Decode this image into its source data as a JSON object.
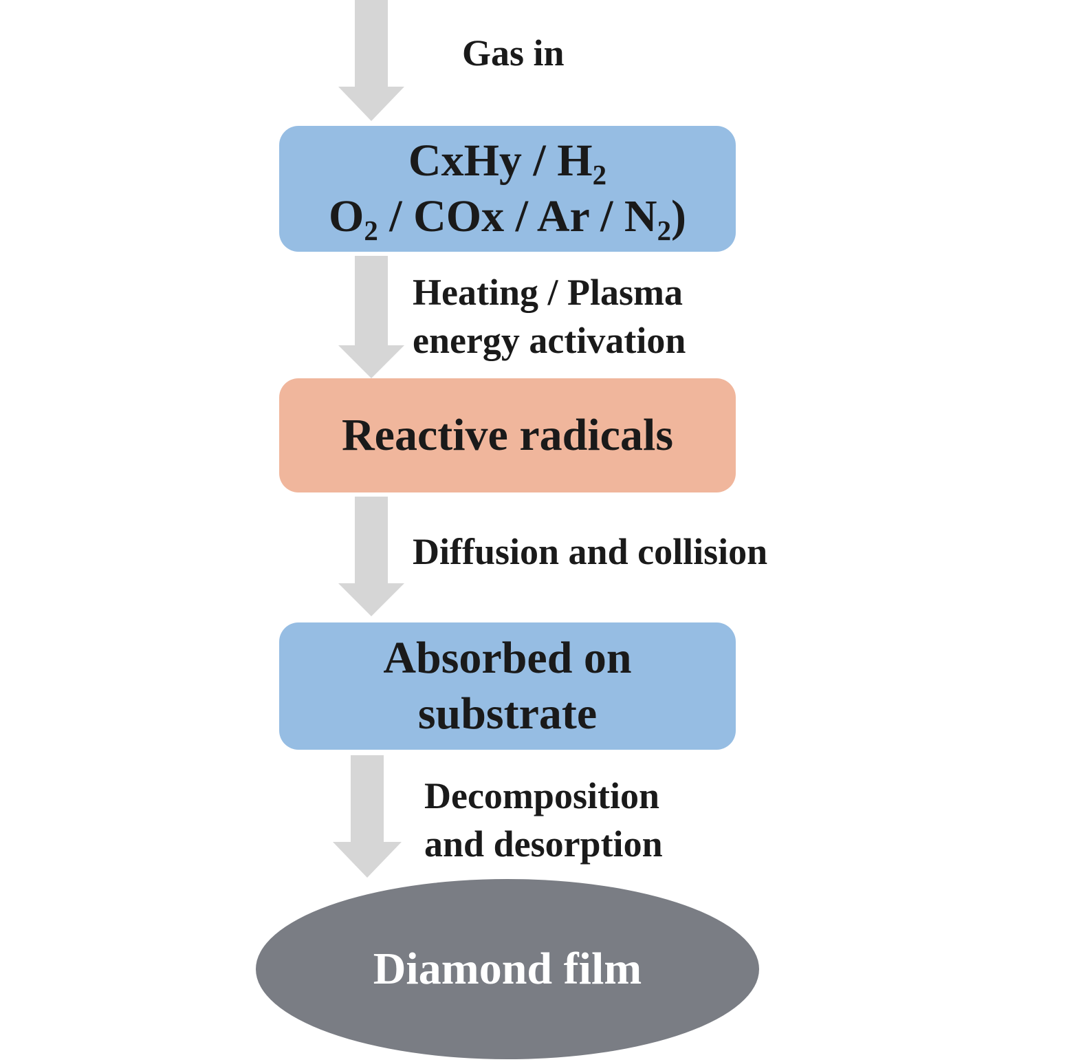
{
  "colors": {
    "arrow": "#d6d6d6",
    "box_blue": "#96bde3",
    "box_orange": "#f0b69c",
    "ellipse": "#7a7d84",
    "ellipse_text": "#ffffff",
    "text": "#1a1a1a"
  },
  "steps": {
    "gas_in": "Gas in",
    "gases": {
      "line1_pre": "CxHy / H",
      "line1_sub": "2",
      "line2_a": "O",
      "line2_sub1": "2",
      "line2_b": " / COx / Ar / N",
      "line2_sub2": "2",
      "line2_c": ")"
    },
    "activation": {
      "line1": "Heating / Plasma",
      "line2": "energy activation"
    },
    "reactive": "Reactive radicals",
    "diffusion": "Diffusion and collision",
    "absorbed": {
      "line1": "Absorbed on",
      "line2": "substrate"
    },
    "decomposition": {
      "line1": "Decomposition",
      "line2": "and desorption"
    },
    "film": "Diamond film"
  }
}
